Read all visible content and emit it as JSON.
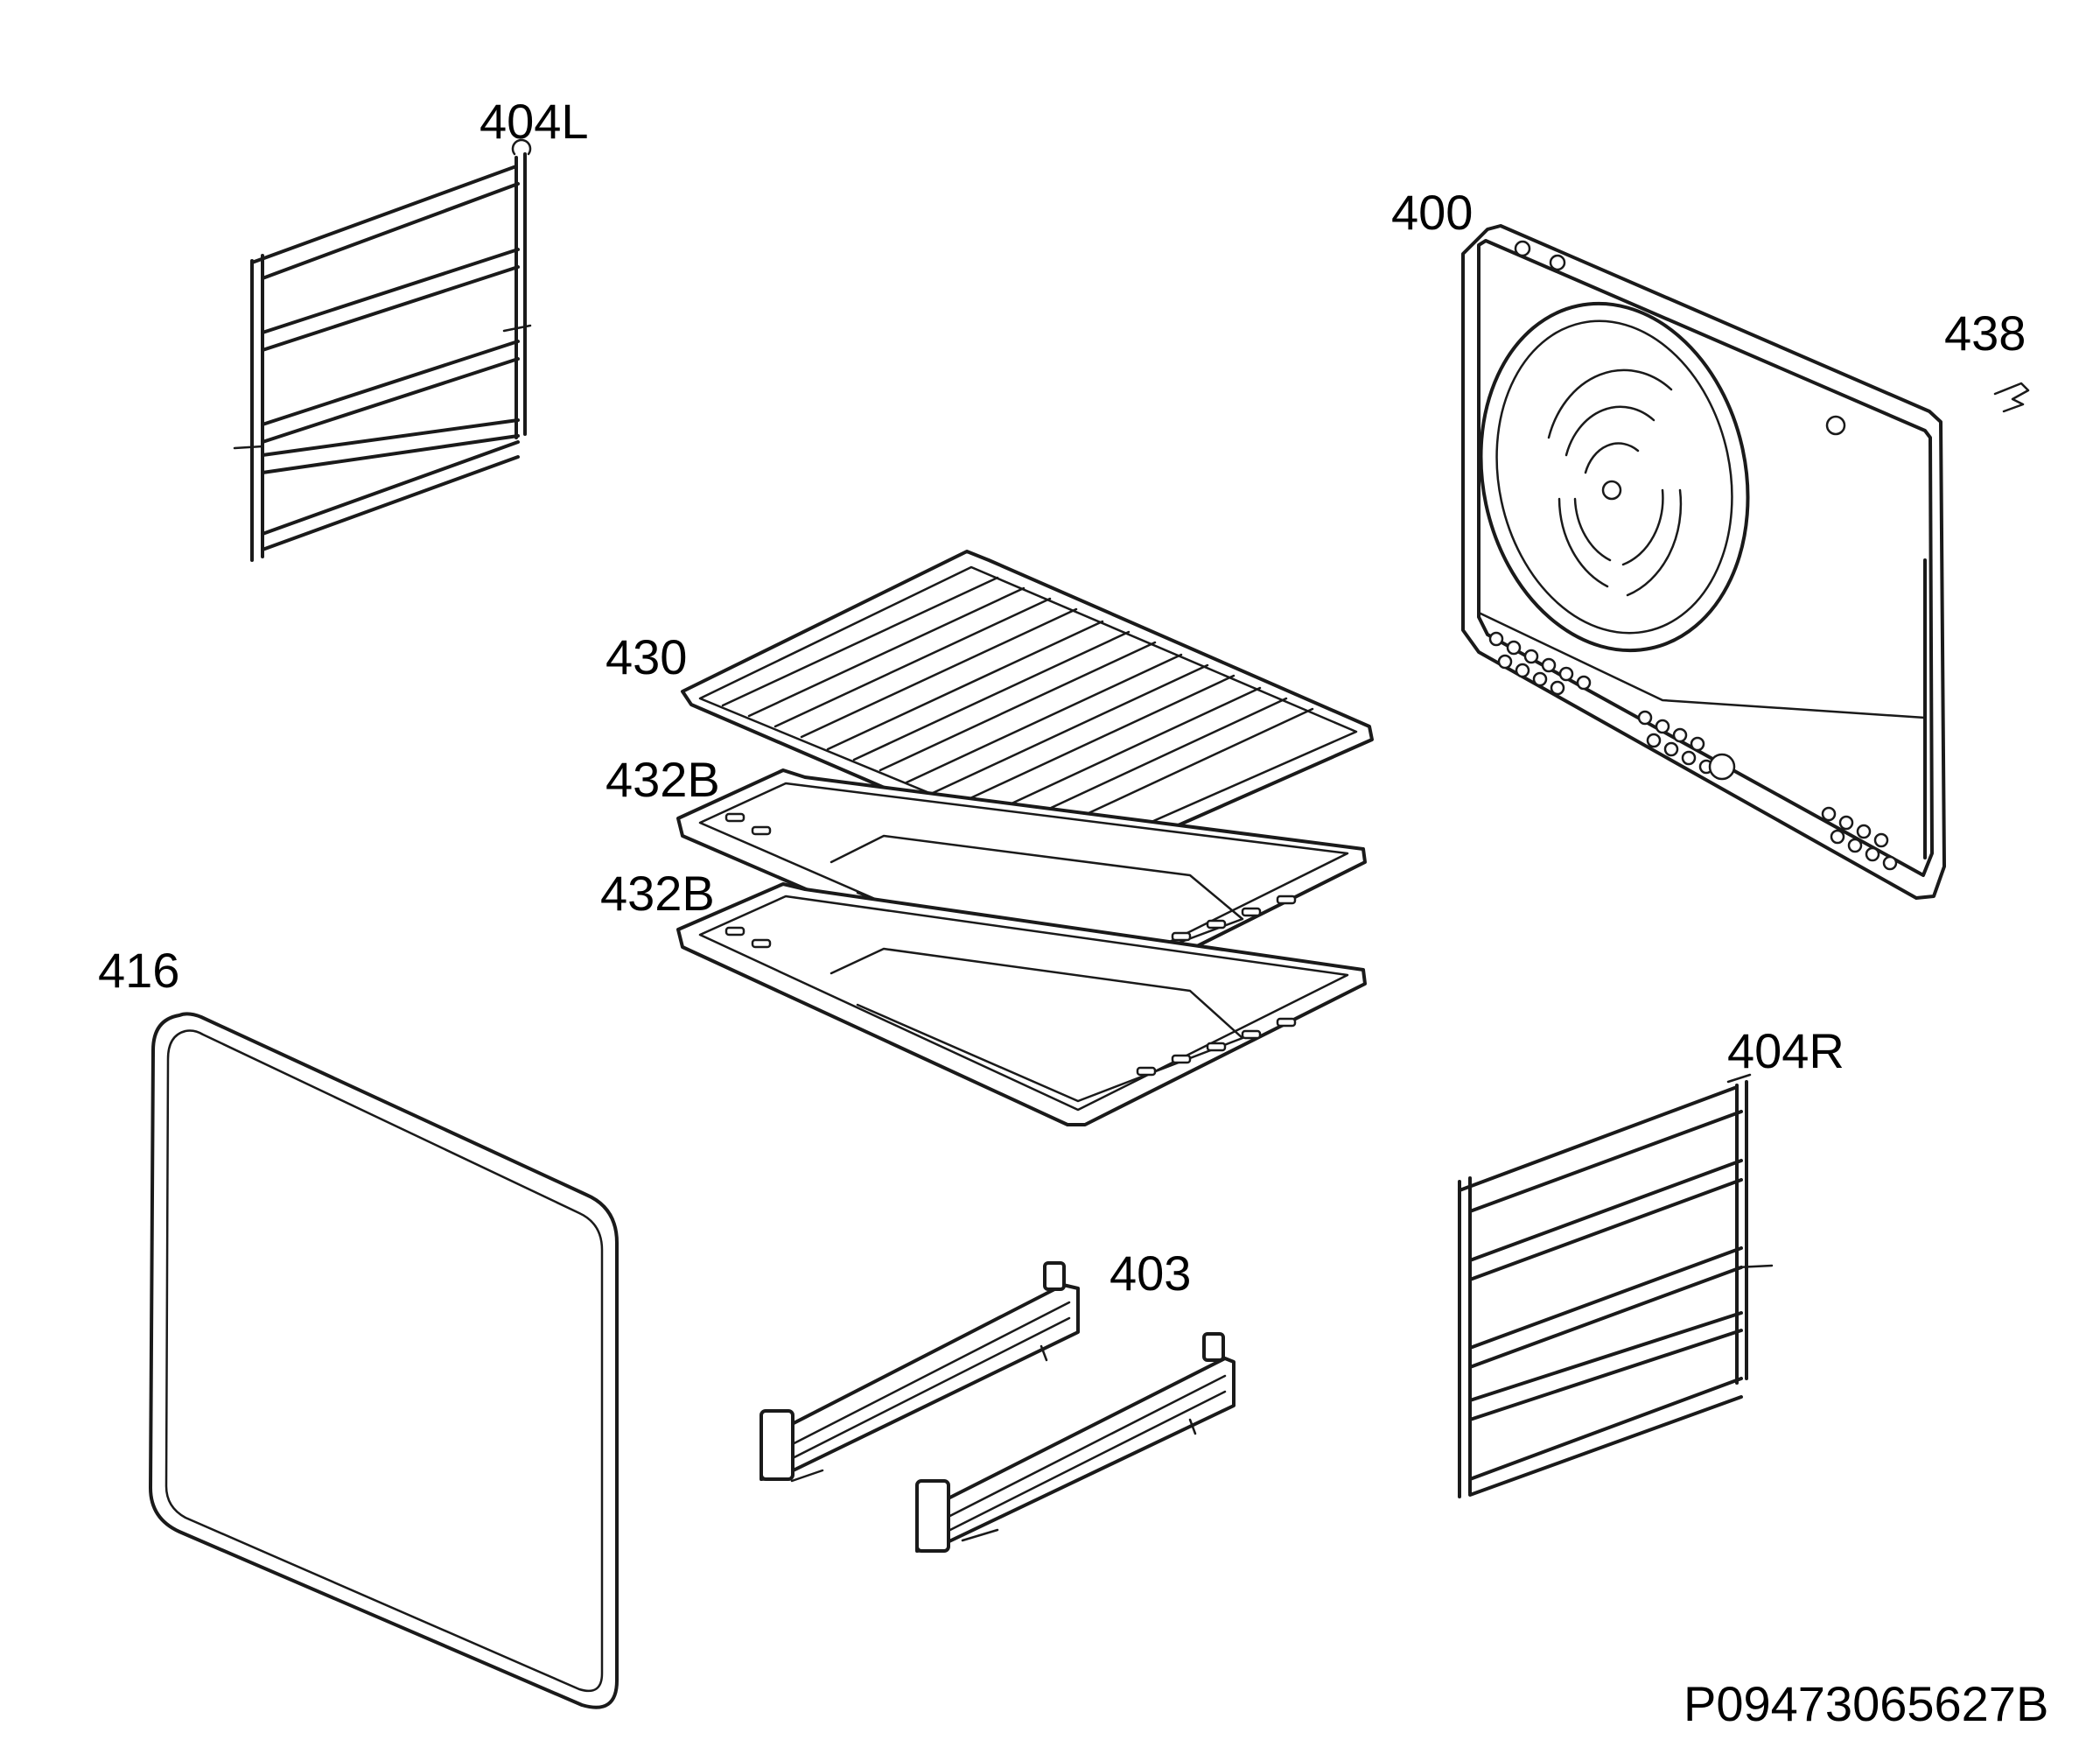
{
  "labels": {
    "shelf_support_left": "404L",
    "back_panel": "400",
    "clip": "438",
    "wire_rack": "430",
    "tray_upper": "432B",
    "tray_lower": "432B",
    "door_seal": "416",
    "shelf_support_right": "404R",
    "telescopic_runners": "403"
  },
  "drawing_number": "P09473065627B",
  "colors": {
    "line": "#1a1a1a",
    "background": "#ffffff"
  }
}
